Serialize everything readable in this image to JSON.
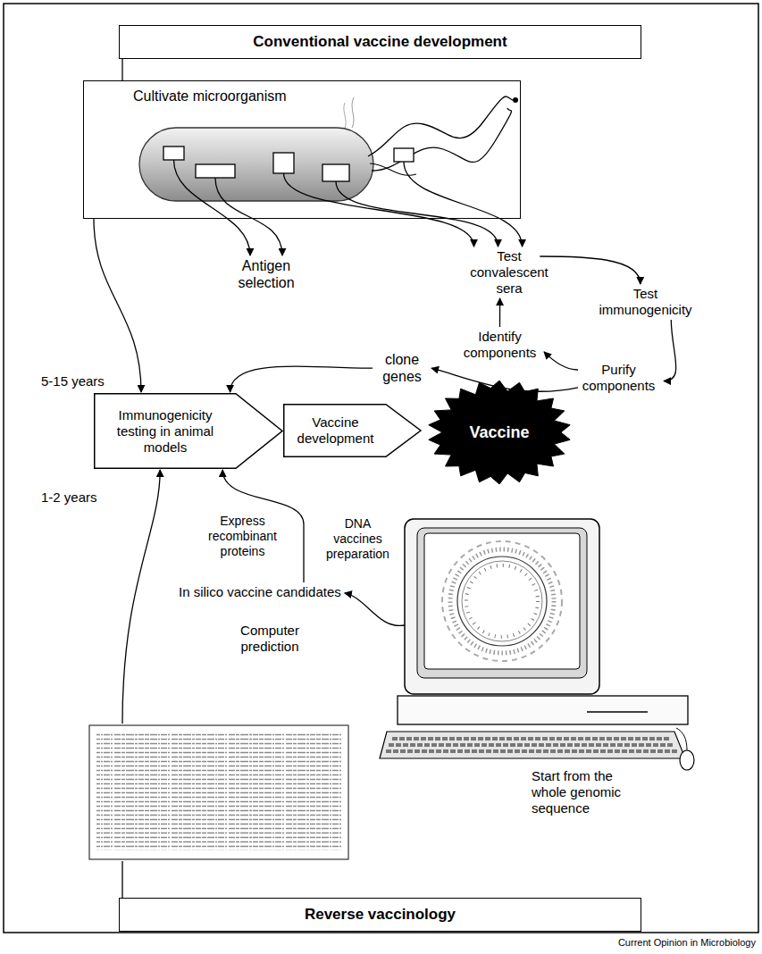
{
  "diagram": {
    "nodes": [
      {
        "text": [
          "Conventional vaccine development"
        ]
      },
      {
        "text": [
          "Cultivate microorganism"
        ]
      },
      {
        "text": [
          "Antigen selection"
        ]
      },
      {
        "text": [
          "Test convalescent sera"
        ]
      },
      {
        "text": [
          "Test immunogenicity"
        ]
      },
      {
        "text": [
          "Identify components"
        ]
      },
      {
        "text": [
          "Purify components"
        ]
      },
      {
        "text": [
          "clone genes"
        ]
      },
      {
        "text": [
          "Immunogenicity testing in animal models"
        ]
      },
      {
        "text": [
          "Vaccine development"
        ]
      },
      {
        "text": [
          "Vaccine"
        ]
      },
      {
        "text": [
          "In silico vaccine candidates"
        ]
      },
      {
        "text": [
          "Start from the whole genomic sequence"
        ]
      },
      {
        "text": [
          "Reverse vaccinology"
        ]
      }
    ],
    "edges": [
      {
        "from": 0,
        "to": 1,
        "arrow": "none"
      },
      {
        "from": 1,
        "to": 2,
        "arrow": "to"
      },
      {
        "from": 1,
        "to": 2,
        "arrow": "to"
      },
      {
        "from": 1,
        "to": 3,
        "arrow": "to"
      },
      {
        "from": 1,
        "to": 3,
        "arrow": "to"
      },
      {
        "from": 1,
        "to": 3,
        "arrow": "to"
      },
      {
        "from": 3,
        "to": 4,
        "arrow": "to"
      },
      {
        "from": 4,
        "to": 6,
        "arrow": "to"
      },
      {
        "from": 6,
        "to": 5,
        "arrow": "to"
      },
      {
        "from": 5,
        "to": 3,
        "arrow": "to"
      },
      {
        "from": 6,
        "to": 7,
        "arrow": "to"
      },
      {
        "from": 7,
        "to": 8,
        "arrow": "to"
      },
      {
        "from": 1,
        "to": 8,
        "arrow": "to",
        "label": "5-15 years"
      },
      {
        "from": 13,
        "to": 8,
        "arrow": "to",
        "label": "1-2 years"
      },
      {
        "from": 12,
        "to": 11,
        "arrow": "to",
        "label": "Computer prediction"
      },
      {
        "from": 11,
        "to": 8,
        "arrow": "to"
      }
    ],
    "labels": [
      "Express recombinant proteins",
      "DNA vaccines preparation",
      "Current Opinion in Microbiology"
    ]
  }
}
